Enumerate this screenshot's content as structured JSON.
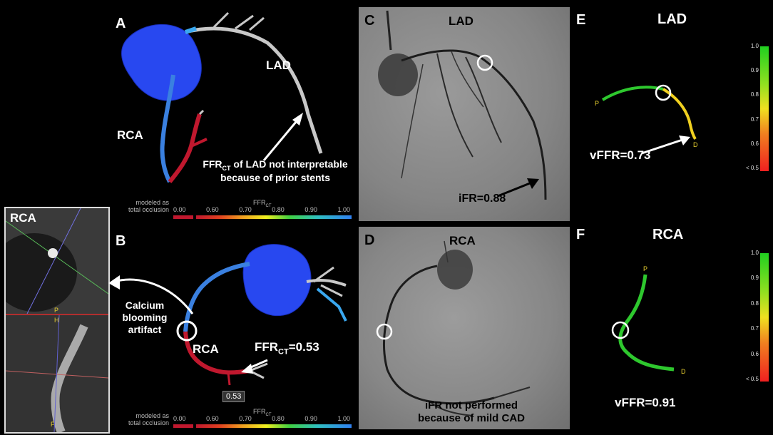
{
  "panels": {
    "a": {
      "letter": "A",
      "lad_label": "LAD",
      "rca_label": "RCA",
      "note_line1": "FFR",
      "note_sub": "CT",
      "note_line1_rest": " of LAD not interpretable",
      "note_line2": "because of prior stents"
    },
    "b": {
      "letter": "B",
      "callout_line1": "Calcium",
      "callout_line2": "blooming",
      "callout_line3": "artifact",
      "rca_label": "RCA",
      "ffr_prefix": "FFR",
      "ffr_sub": "CT",
      "ffr_value": "=0.53",
      "value_box": "0.53"
    },
    "c": {
      "letter": "C",
      "vessel": "LAD",
      "ifr": "iFR=0.88"
    },
    "d": {
      "letter": "D",
      "vessel": "RCA",
      "note_line1": "iFR not performed",
      "note_line2": "because of mild CAD"
    },
    "e": {
      "letter": "E",
      "vessel": "LAD",
      "proximal": "P",
      "distal": "D",
      "vffr": "vFFR=0.73"
    },
    "f": {
      "letter": "F",
      "vessel": "RCA",
      "proximal": "P",
      "distal": "D",
      "vffr": "vFFR=0.91"
    },
    "inset": {
      "title": "RCA",
      "mark_p": "P",
      "mark_h": "H",
      "mark_f": "F"
    }
  },
  "ffrct_scale": {
    "title": "FFR",
    "title_sub": "CT",
    "left_label_line1": "modeled as",
    "left_label_line2": "total occlusion",
    "ticks": [
      "0.00",
      "0.60",
      "0.70",
      "0.80",
      "0.90",
      "1.00"
    ]
  },
  "vffr_colorbar_ticks": [
    "1.0",
    "0.9",
    "0.8",
    "0.7",
    "0.6",
    "< 0.5"
  ],
  "colors": {
    "occlusion_red": "#c0182e",
    "aorta_blue": "#2848f0",
    "vffr_green": "#2ec82e",
    "vffr_yellow": "#f0d020"
  }
}
